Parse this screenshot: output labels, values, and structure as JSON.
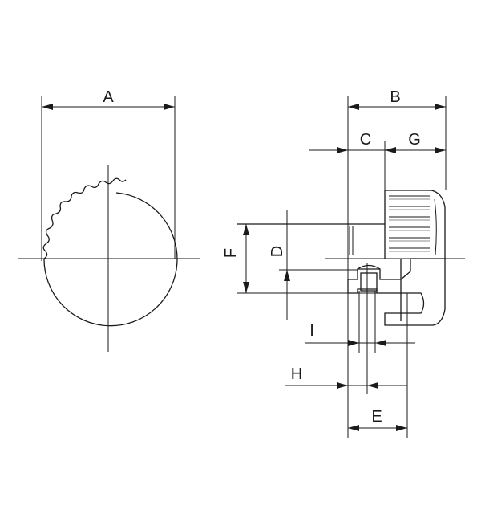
{
  "labels": {
    "A": "A",
    "B": "B",
    "C": "C",
    "D": "D",
    "E": "E",
    "F": "F",
    "G": "G",
    "H": "H",
    "I": "I"
  },
  "colors": {
    "line": "#1a1a1a",
    "background": "#ffffff"
  }
}
